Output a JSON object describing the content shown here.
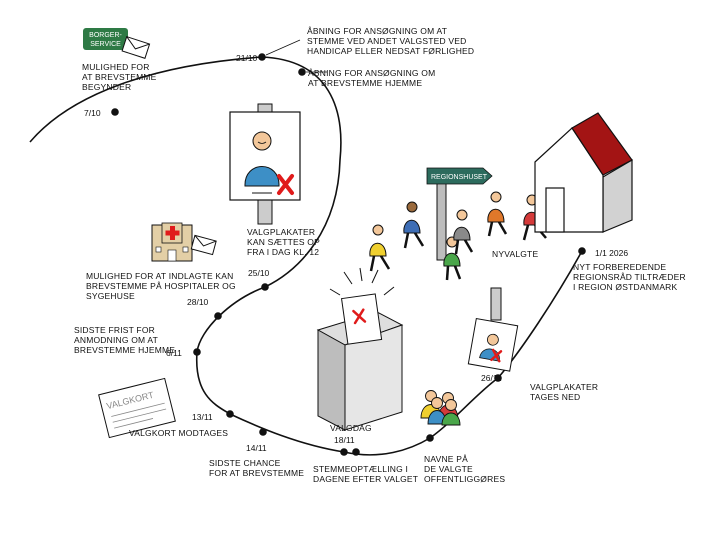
{
  "signs": {
    "borgerservice": [
      "BORGER-",
      "SERVICE"
    ],
    "regionshuset": "REGIONSHUSET",
    "valgkort": "VALGKORT"
  },
  "events": [
    {
      "date": "7/10",
      "text": [
        "MULIGHED FOR",
        "AT BREVSTEMME",
        "BEGYNDER"
      ]
    },
    {
      "date": "21/10",
      "text": [
        "ÅBNING FOR ANSØGNING OM AT",
        "STEMME VED ANDET VALGSTED VED",
        "HANDICAP ELLER NEDSAT FØRLIGHED"
      ]
    },
    {
      "date": "",
      "text": [
        "ÅBNING FOR ANSØGNING OM",
        "AT BREVSTEMME HJEMME"
      ]
    },
    {
      "date": "25/10",
      "text": [
        "VALGPLAKATER",
        "KAN SÆTTES OP",
        "FRA I DAG KL. 12"
      ]
    },
    {
      "date": "28/10",
      "text": [
        "MULIGHED FOR AT INDLAGTE KAN",
        "BREVSTEMME PÅ HOSPITALER OG",
        "SYGEHUSE"
      ]
    },
    {
      "date": "6/11",
      "text": [
        "SIDSTE FRIST FOR",
        "ANMODNING OM AT",
        "BREVSTEMME HJEMME"
      ]
    },
    {
      "date": "13/11",
      "text": [
        "VALGKORT MODTAGES"
      ]
    },
    {
      "date": "14/11",
      "text": [
        "SIDSTE CHANCE",
        "FOR AT BREVSTEMME"
      ]
    },
    {
      "date": "18/11",
      "text": [
        "VALGDAG"
      ]
    },
    {
      "date": "",
      "text": [
        "STEMMEOPTÆLLING I",
        "DAGENE EFTER VALGET"
      ]
    },
    {
      "date": "",
      "text": [
        "NAVNE PÅ",
        "DE VALGTE",
        "OFFENTLIGGØRES"
      ]
    },
    {
      "date": "26/11",
      "text": [
        "VALGPLAKATER",
        "TAGES NED"
      ]
    },
    {
      "date": "",
      "text": [
        "NYVALGTE"
      ]
    },
    {
      "date": "1/1 2026",
      "text": [
        "NYT FORBEREDENDE",
        "REGIONSRÅD TILTRÆDER",
        "I REGION ØSTDANMARK"
      ]
    }
  ],
  "colors": {
    "sign_green": "#2e7a45",
    "sign_teal": "#2c6b5d",
    "roof_red": "#a31414",
    "mark_red": "#e01b1b",
    "skin": "#f3c79a",
    "person_blue": "#3d8fc6"
  }
}
